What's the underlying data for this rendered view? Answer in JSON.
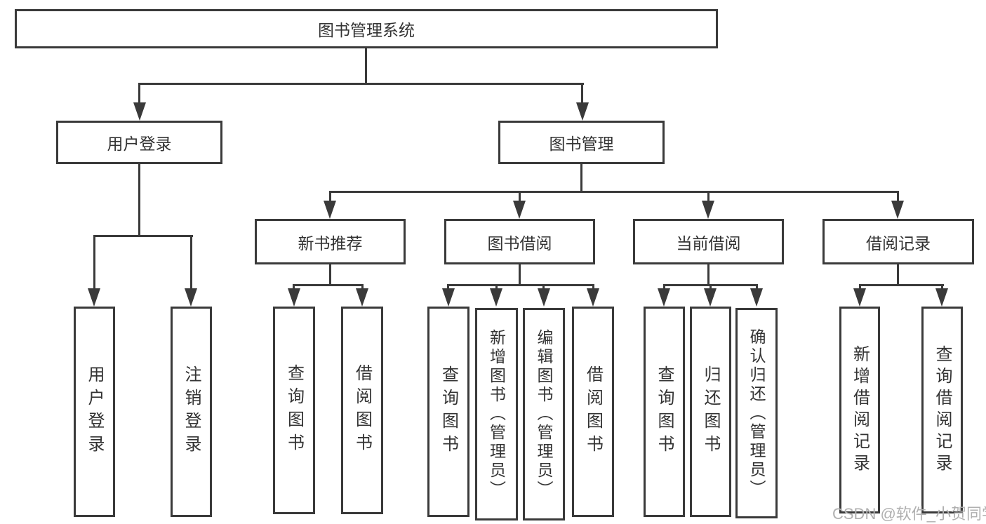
{
  "diagram_type": "tree",
  "tree": {
    "label": "图书管理系统",
    "children": [
      {
        "label": "用户登录",
        "children": [
          {
            "label": "用户登录"
          },
          {
            "label": "注销登录"
          }
        ]
      },
      {
        "label": "图书管理",
        "children": [
          {
            "label": "新书推荐",
            "children": [
              {
                "label": "查询图书"
              },
              {
                "label": "借阅图书"
              }
            ]
          },
          {
            "label": "图书借阅",
            "children": [
              {
                "label": "查询图书"
              },
              {
                "label": "新增图书（管理员）"
              },
              {
                "label": "编辑图书（管理员）"
              },
              {
                "label": "借阅图书"
              }
            ]
          },
          {
            "label": "当前借阅",
            "children": [
              {
                "label": "查询图书"
              },
              {
                "label": "归还图书"
              },
              {
                "label": "确认归还（管理员）"
              }
            ]
          },
          {
            "label": "借阅记录",
            "children": [
              {
                "label": "新增借阅记录"
              },
              {
                "label": "查询借阅记录"
              }
            ]
          }
        ]
      }
    ]
  },
  "watermark": {
    "text": "CSDN @软件_小贺同学"
  },
  "colors": {
    "line": "#3a3a3a",
    "text": "#333333",
    "background": "#ffffff",
    "watermark": "#b0b0b0"
  }
}
